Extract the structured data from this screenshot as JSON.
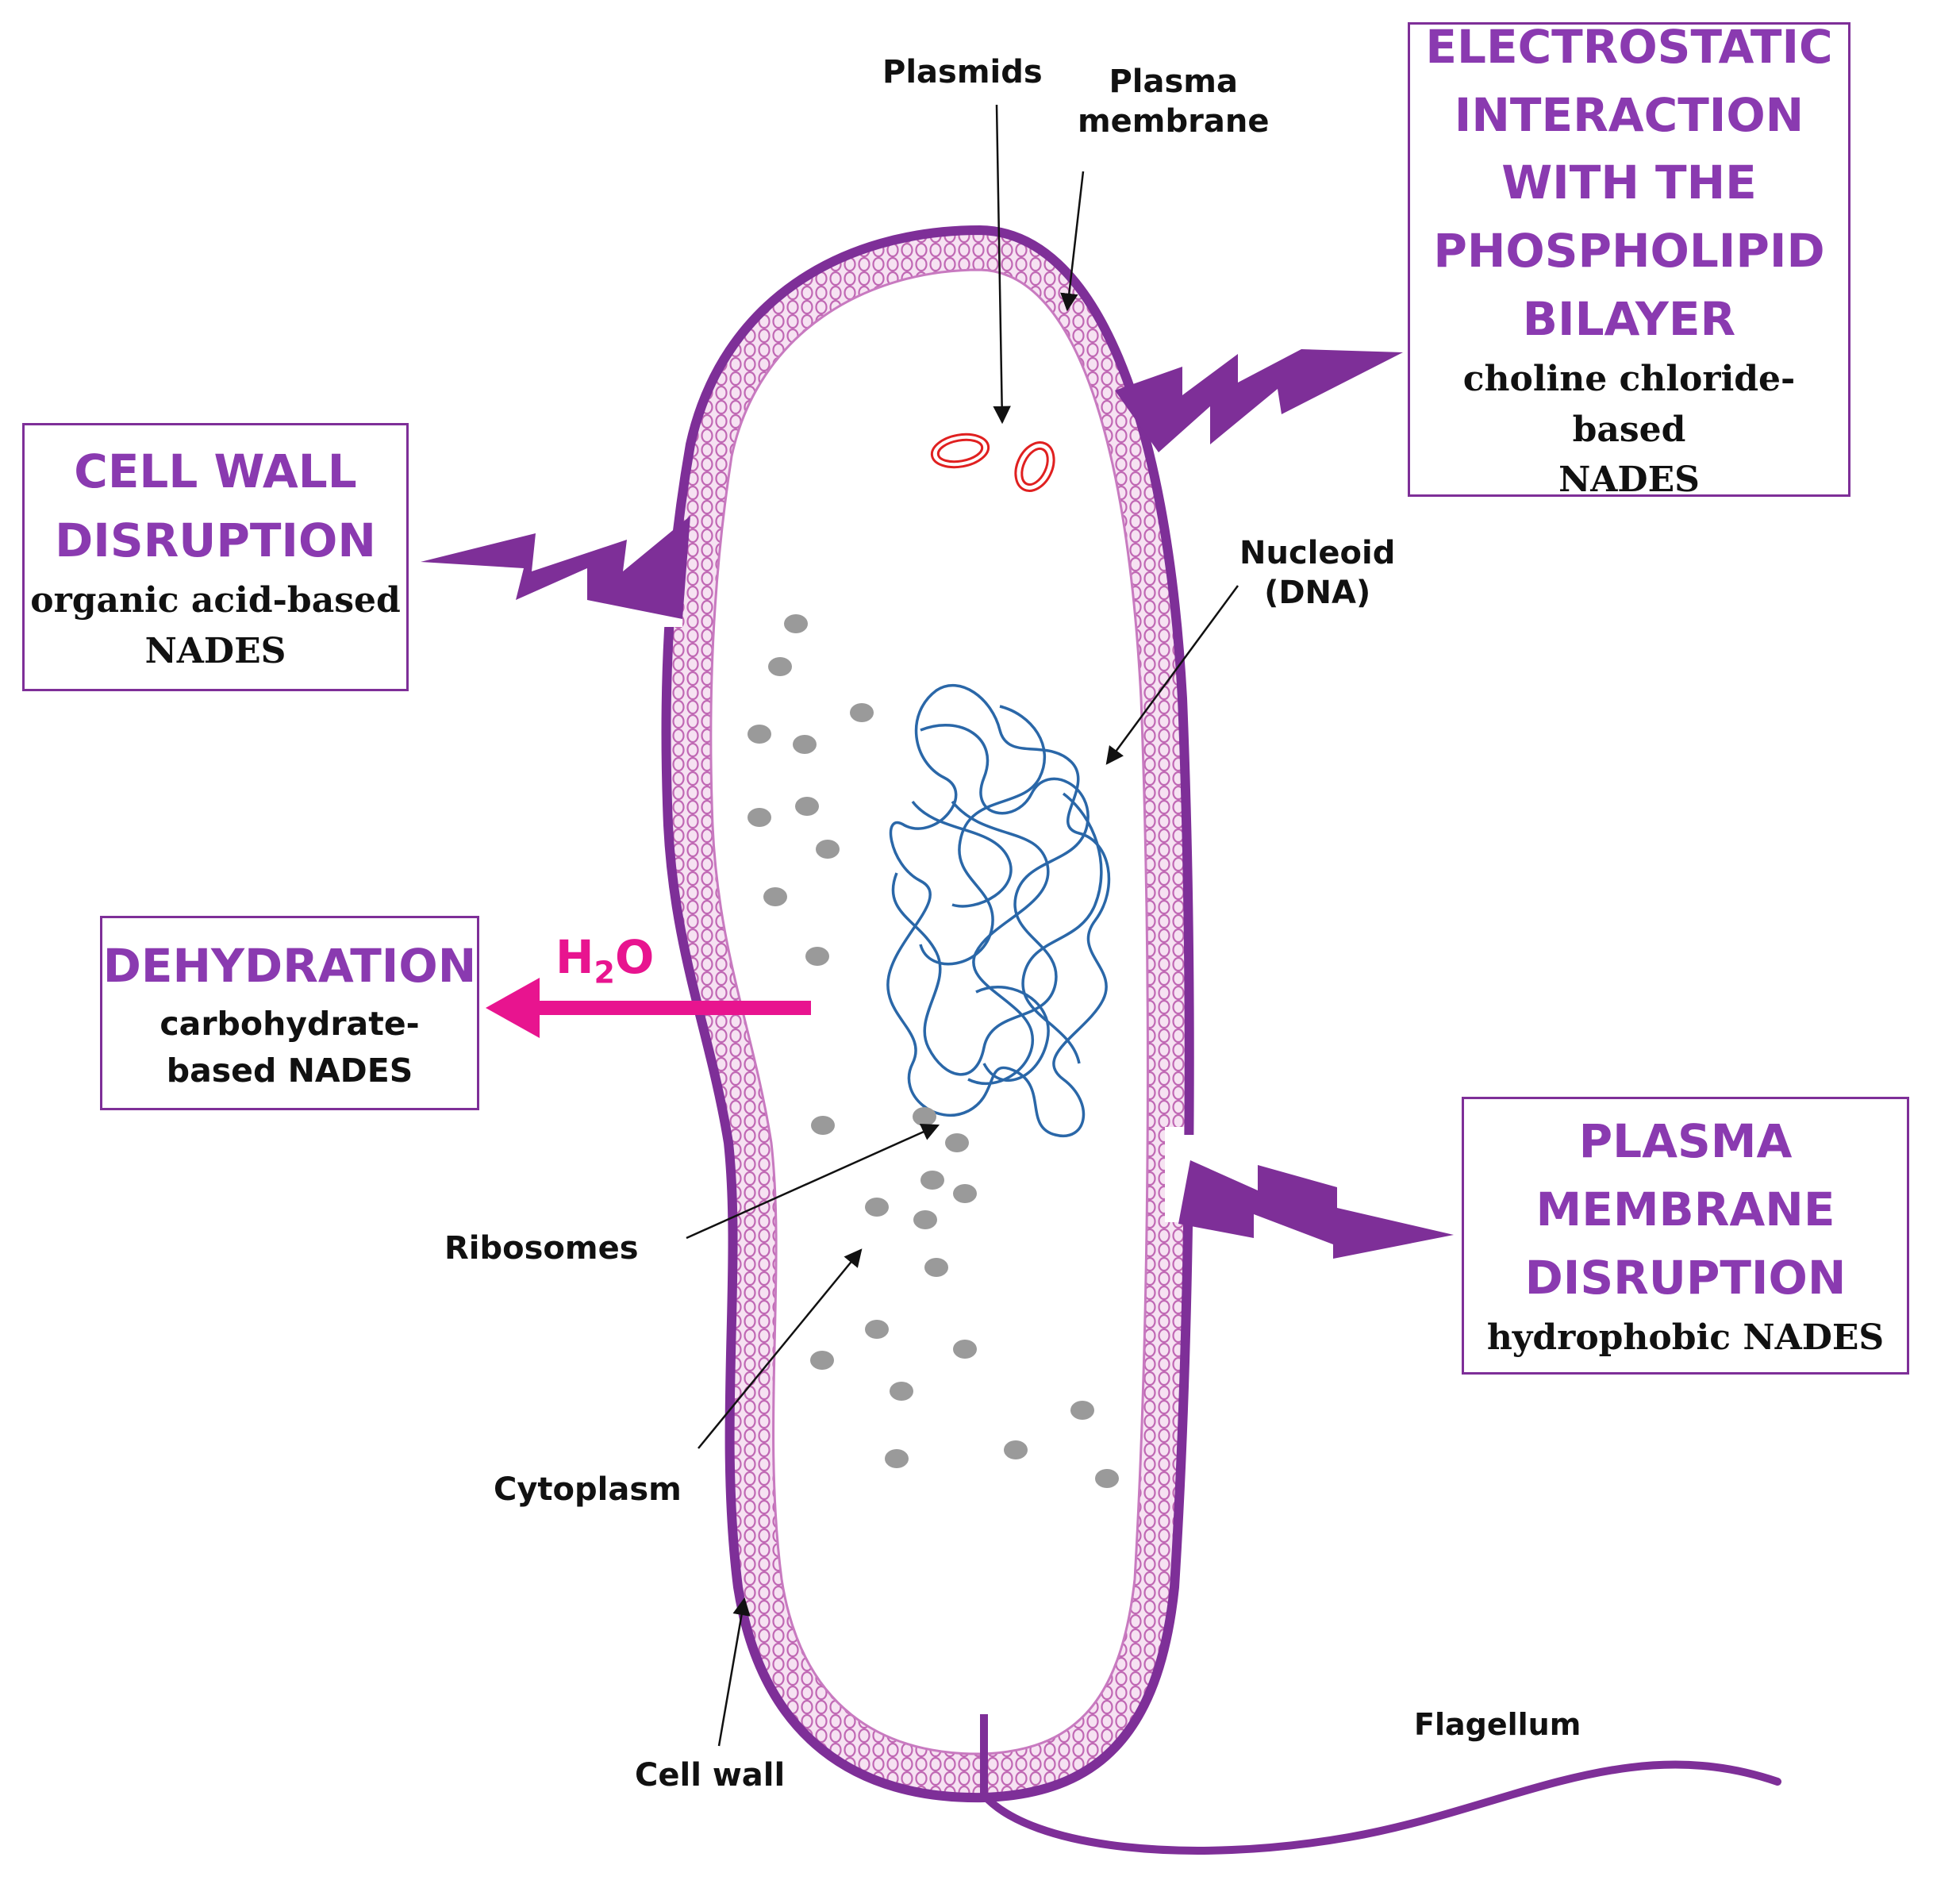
{
  "labels": {
    "plasmids": "Plasmids",
    "plasma_membrane": "Plasma\nmembrane",
    "nucleoid": "Nucleoid\n(DNA)",
    "ribosomes": "Ribosomes",
    "cytoplasm": "Cytoplasm",
    "cell_wall": "Cell wall",
    "flagellum": "Flagellum"
  },
  "boxes": {
    "cell_wall_disruption": {
      "title": "CELL WALL\nDISRUPTION",
      "subtitle": "organic acid-based\nNADES"
    },
    "electrostatic": {
      "title": "ELECTROSTATIC\nINTERACTION\nWITH THE\nPHOSPHOLIPID\nBILAYER",
      "subtitle": "choline chloride-based\nNADES"
    },
    "dehydration": {
      "title": "DEHYDRATION",
      "subtitle": "carbohydrate-\nbased NADES"
    },
    "plasma_membrane_disruption": {
      "title": "PLASMA\nMEMBRANE\nDISRUPTION",
      "subtitle": "hydrophobic NADES"
    }
  },
  "water": {
    "symbol": "H",
    "subscript": "2",
    "suffix": "O"
  },
  "colors": {
    "cell_wall": "#7e2f98",
    "membrane": "#c87ac0",
    "membrane_fill": "#f3d8ee",
    "box_title": "#8a3ab0",
    "box_border": "#7e2f98",
    "bolt": "#7e2f98",
    "water_arrow": "#e8148f",
    "dna": "#2a67a8",
    "plasmid": "#e02020",
    "ribosome": "#9a9a9a"
  }
}
